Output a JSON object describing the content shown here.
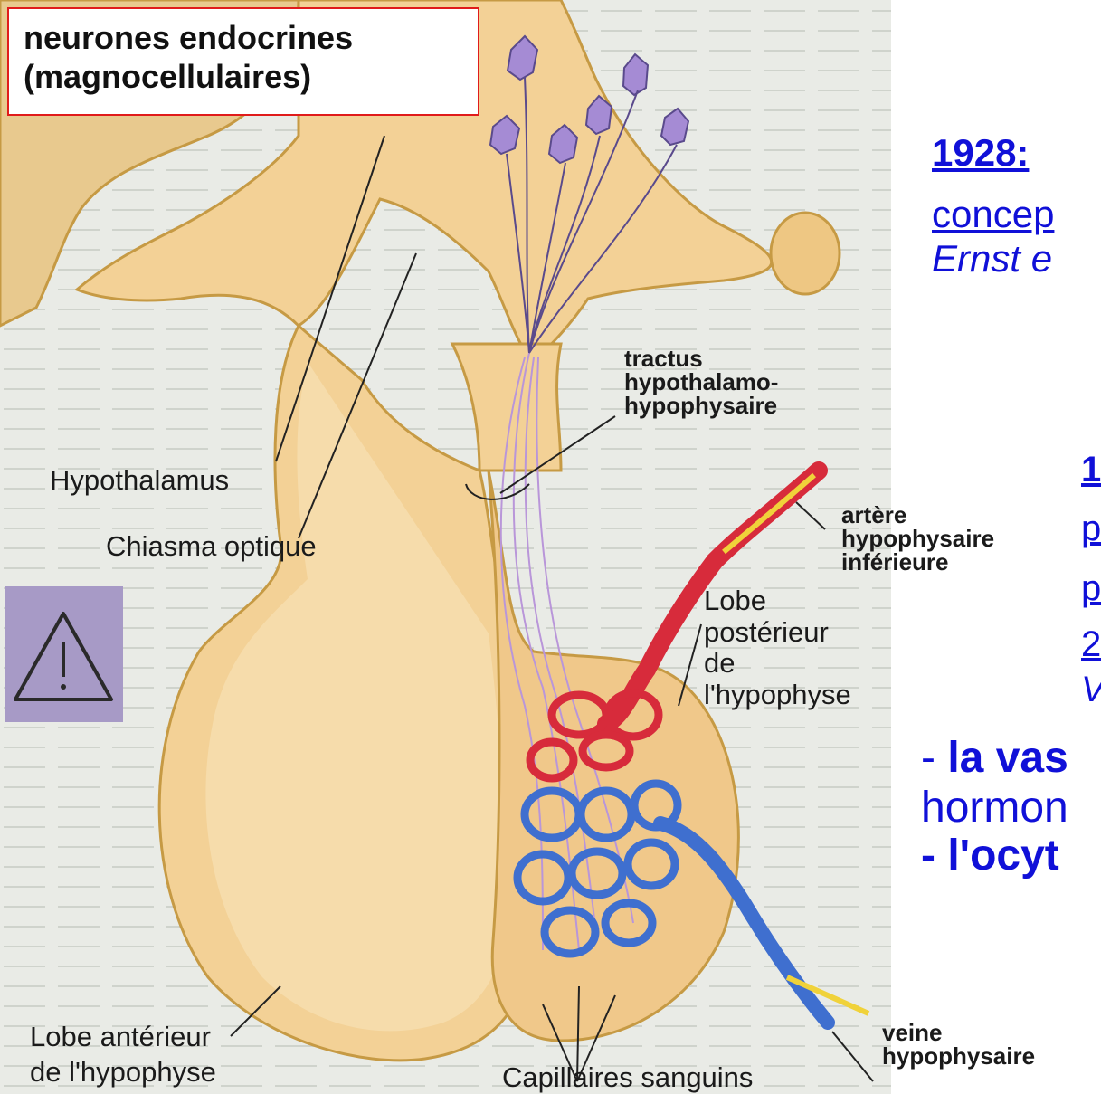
{
  "title": {
    "line1": "neurones endocrines",
    "line2": "(magnocellulaires)"
  },
  "warning": {
    "icon": "warning-triangle-icon"
  },
  "labels": {
    "hypothalamus": "Hypothalamus",
    "chiasma": "Chiasma optique",
    "tractus": [
      "tractus",
      "hypothalamo-",
      "hypophysaire"
    ],
    "artere": [
      "artère",
      "hypophysaire",
      "inférieure"
    ],
    "lobe_post": [
      "Lobe",
      "postérieur",
      "de",
      "l'hypophyse"
    ],
    "lobe_ant": [
      "Lobe antérieur",
      "de l'hypophyse"
    ],
    "capillaires": "Capillaires sanguins",
    "veine": [
      "veine",
      "hypophysaire"
    ]
  },
  "side_text": {
    "year_1928": "1928:",
    "concept": "concep",
    "authors": "Ernst e",
    "year_1": "1",
    "frag_p1": "p",
    "frag_p2": "p",
    "frag_2": "2",
    "frag_v": "V",
    "vaso_dash": "- ",
    "vaso": "la vas",
    "hormon": "hormon",
    "ocyt": "- l'ocyt"
  },
  "colors": {
    "tissue": "#f3d196",
    "tissue_outline": "#c69a44",
    "artery": "#d72b3b",
    "vein": "#3f6fcf",
    "neuron": "#a58bd4",
    "title_border": "#e01b1b",
    "warning_bg": "#a79ac6",
    "blue_text": "#1010d8"
  }
}
